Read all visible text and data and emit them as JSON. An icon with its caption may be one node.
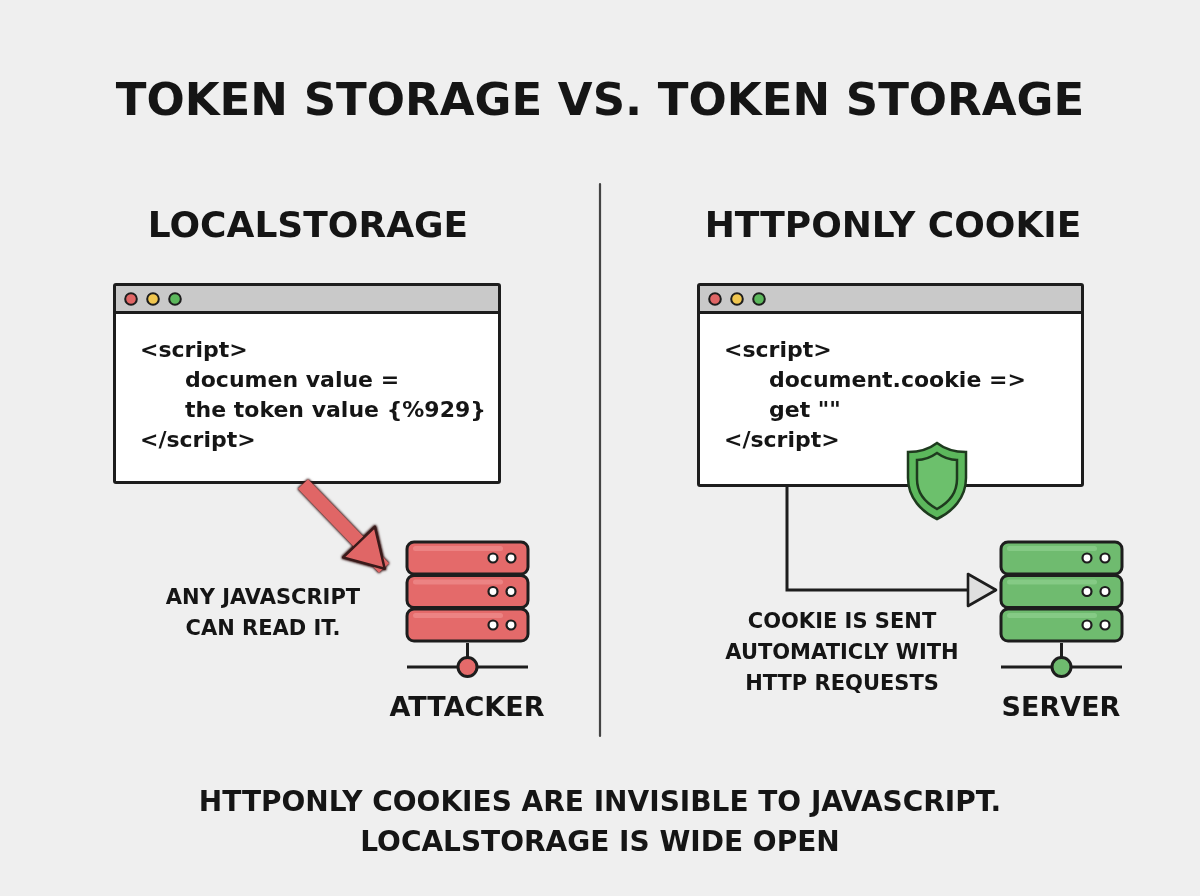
{
  "diagram": {
    "title": "TOKEN STORAGE VS. TOKEN STORAGE",
    "caption": "HTTPONLY COOKIES ARE INVISIBLE TO JAVASCRIPT. LOCALSTORAGE IS WIDE OPEN",
    "nodes": [
      {
        "text": [
          "<script>",
          "documen value =",
          "the token value {%929}",
          "</script>"
        ]
      },
      {
        "text": [
          "ATTACKER"
        ]
      },
      {
        "text": [
          "<script>",
          "document.cookie =>",
          "get \"\"",
          "</script>"
        ]
      },
      {
        "text": [
          "SERVER"
        ]
      }
    ],
    "edges": [
      {
        "from": 0,
        "to": 1,
        "arrow": "to",
        "style": "thick",
        "color": "#e06666"
      },
      {
        "from": 2,
        "to": 3,
        "arrow": "to",
        "label": "COOKIE IS SENT AUTOMATICLY WITH HTTP REQUESTS",
        "color": "#1d1d1d"
      }
    ],
    "labels": [
      "LOCALSTORAGE",
      "HTTPONLY COOKIE",
      "ANY JAVASCRIPT CAN READ IT."
    ]
  }
}
